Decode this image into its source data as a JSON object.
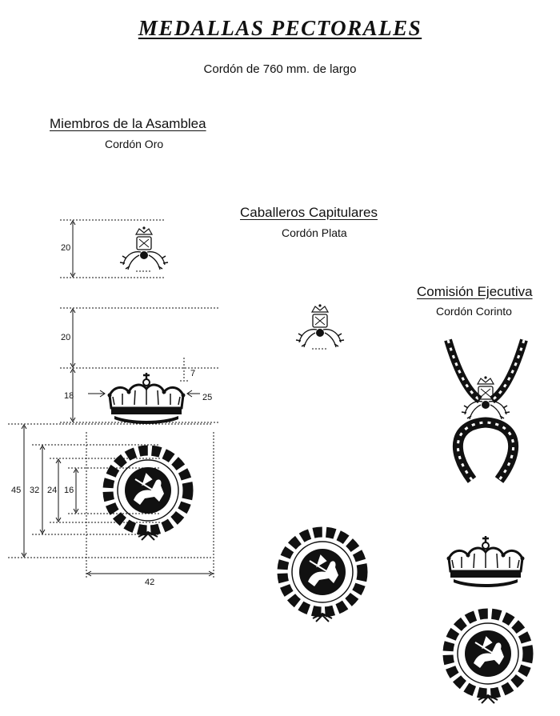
{
  "document": {
    "title": "MEDALLAS PECTORALES",
    "subtitle": "Cordón de 760 mm. de largo"
  },
  "sections": [
    {
      "heading": "Miembros de la Asamblea",
      "cord": "Cordón Oro"
    },
    {
      "heading": "Caballeros Capitulares",
      "cord": "Cordón Plata"
    },
    {
      "heading": "Comisión Ejecutiva",
      "cord": "Cordón Corinto"
    }
  ],
  "dimensions": {
    "emblem_height": "20",
    "gap_height": "20",
    "crown_height": "18",
    "crown_cross": "7",
    "crown_width": "25",
    "medal_outer": "45",
    "medal_wreath": "32",
    "medal_ring": "24",
    "medal_inner": "16",
    "medal_width": "42"
  },
  "colors": {
    "ink": "#111111",
    "paper": "#ffffff"
  }
}
